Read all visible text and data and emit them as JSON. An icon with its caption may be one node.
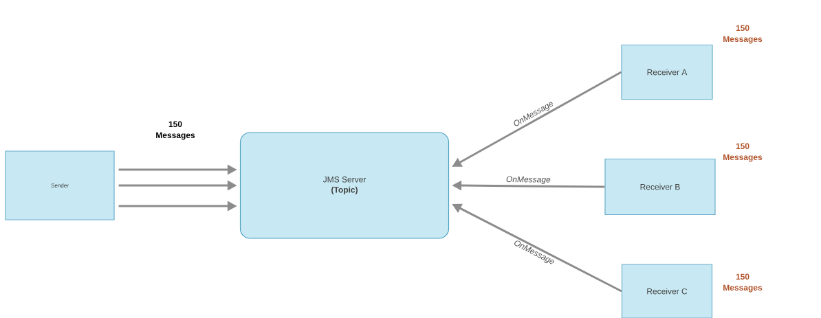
{
  "diagram": {
    "nodes": [
      {
        "text": [
          "Sender"
        ]
      },
      {
        "text": [
          "JMS Server",
          "(Topic)"
        ]
      },
      {
        "text": [
          "Receiver A"
        ],
        "beside": [
          "150 Messages"
        ]
      },
      {
        "text": [
          "Receiver B"
        ],
        "beside": [
          "150 Messages"
        ]
      },
      {
        "text": [
          "Receiver C"
        ],
        "beside": [
          "150 Messages"
        ]
      }
    ],
    "edges": [
      {
        "from": 0,
        "to": 1,
        "arrow": "to"
      },
      {
        "from": 0,
        "to": 1,
        "arrow": "to"
      },
      {
        "from": 0,
        "to": 1,
        "arrow": "to"
      },
      {
        "from": 2,
        "to": 1,
        "arrow": "to",
        "label": "OnMessage"
      },
      {
        "from": 3,
        "to": 1,
        "arrow": "to",
        "label": "OnMessage"
      },
      {
        "from": 4,
        "to": 1,
        "arrow": "to",
        "label": "OnMessage"
      }
    ],
    "labels": [
      "150 Messages"
    ]
  }
}
